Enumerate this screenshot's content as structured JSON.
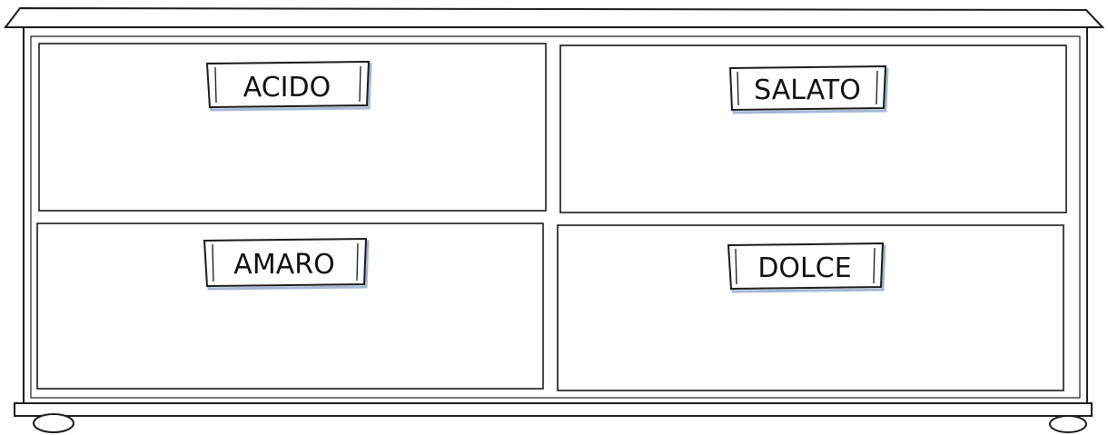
{
  "cabinet": {
    "drawers": [
      {
        "label": "ACIDO"
      },
      {
        "label": "SALATO"
      },
      {
        "label": "AMARO"
      },
      {
        "label": "DOLCE"
      }
    ]
  },
  "colors": {
    "line": "#1a1a1a",
    "label_border_shadow": "#5b7fb5",
    "background": "#ffffff"
  }
}
